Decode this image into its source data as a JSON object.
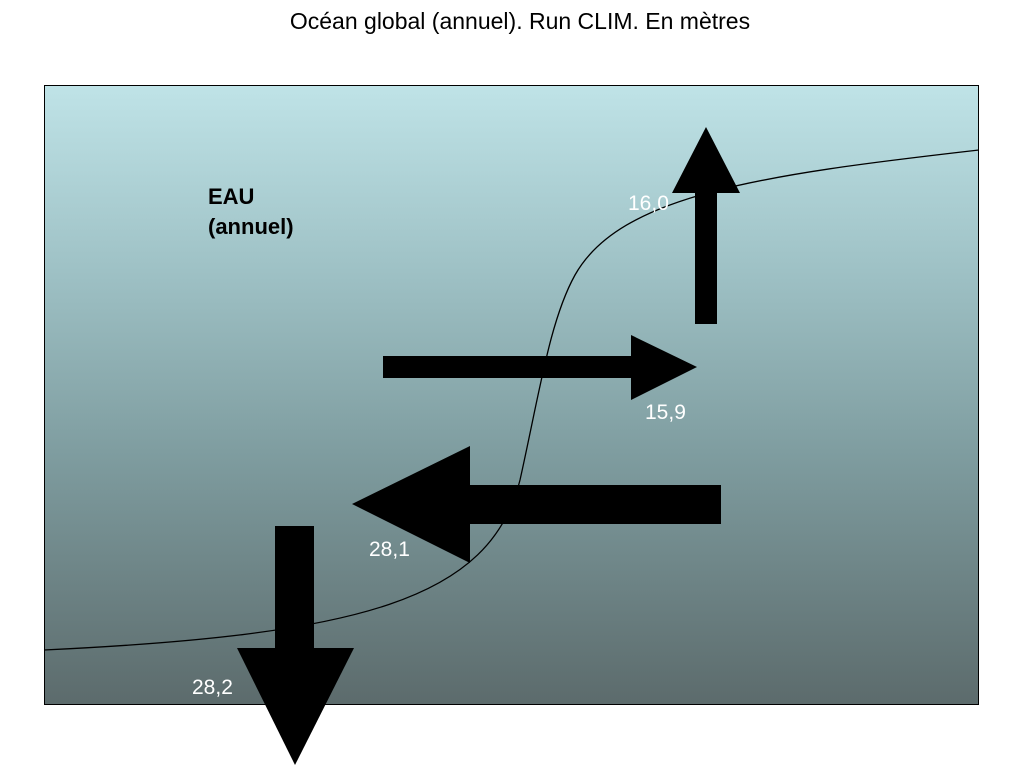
{
  "title": "Océan global (annuel). Run CLIM. En mètres",
  "heading": {
    "line1": "EAU",
    "line2": "(annuel)"
  },
  "flows": [
    {
      "id": "up",
      "label": "16,0",
      "direction": "up"
    },
    {
      "id": "right",
      "label": "15,9",
      "direction": "right"
    },
    {
      "id": "left",
      "label": "28,1",
      "direction": "left"
    },
    {
      "id": "down",
      "label": "28,2",
      "direction": "down"
    }
  ],
  "colors": {
    "arrow": "#000000",
    "label": "#ffffff",
    "gradient_top": "#bfe3e7",
    "gradient_bottom": "#5c6b6c"
  }
}
